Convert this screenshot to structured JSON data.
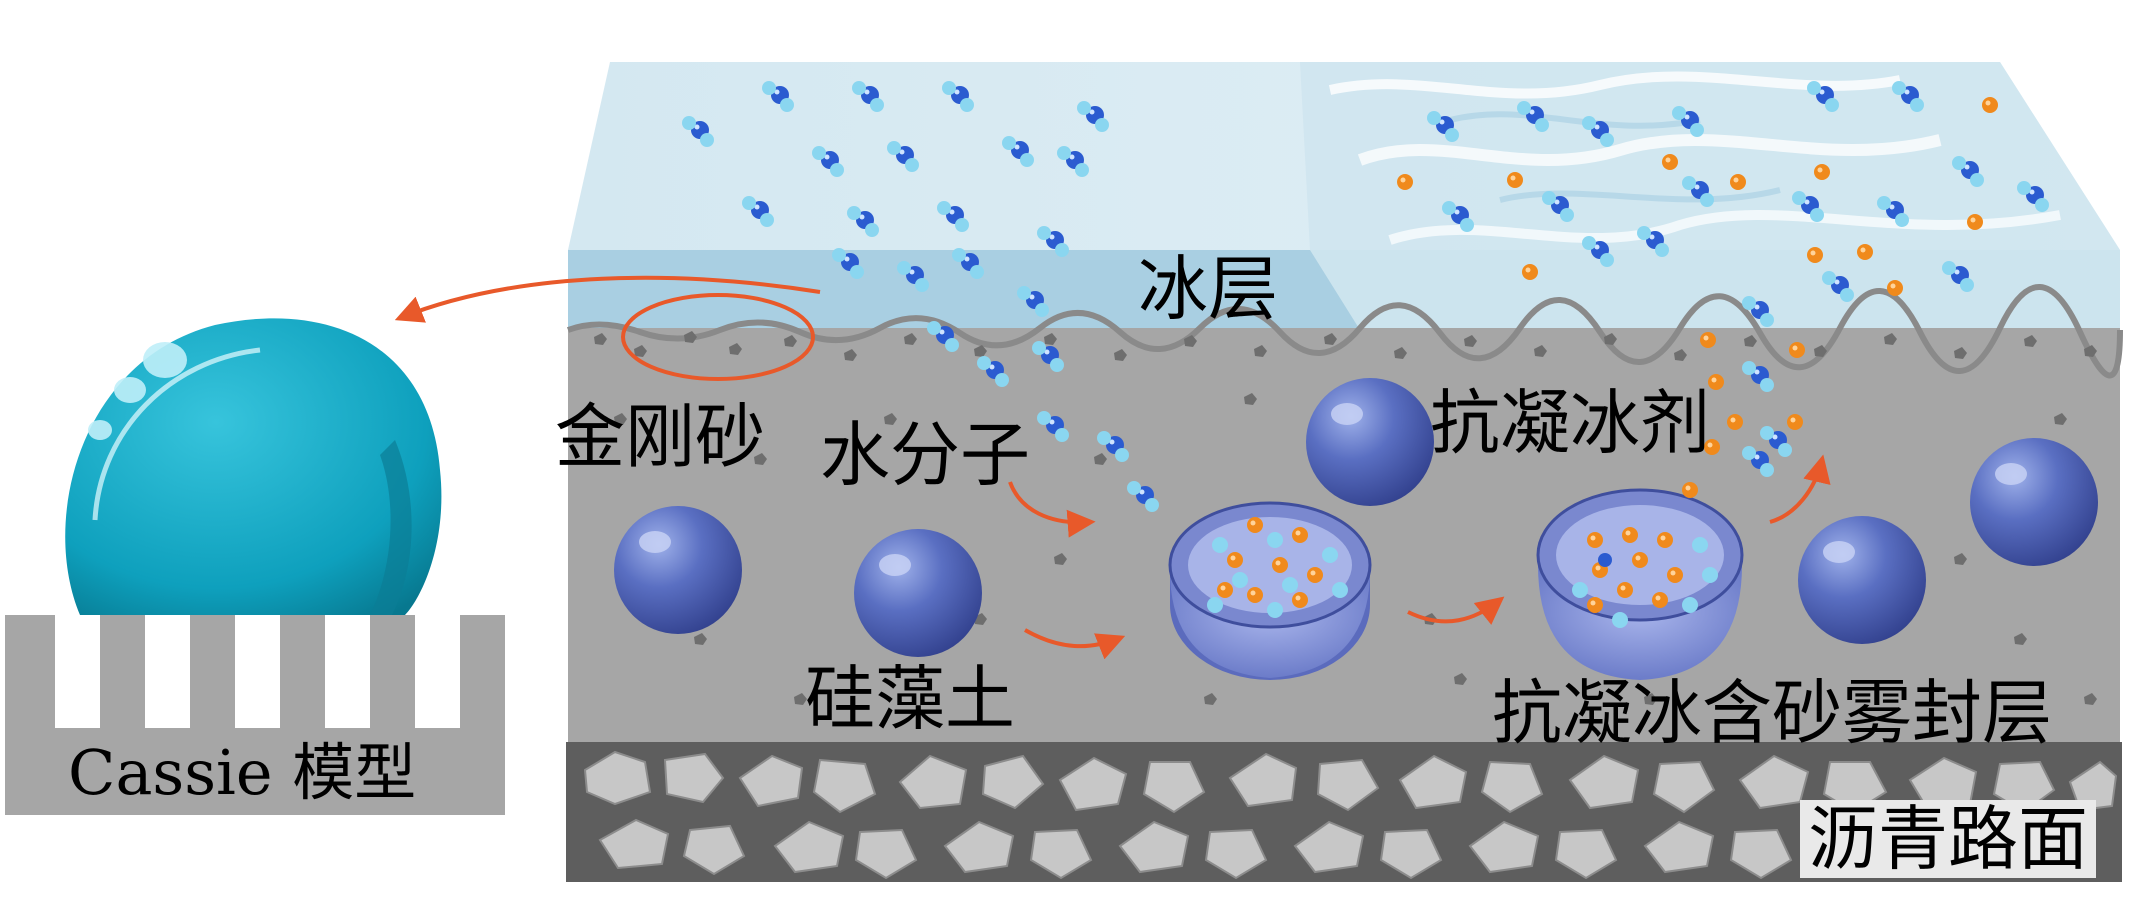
{
  "labels": {
    "ice_layer": "冰层",
    "emery": "金刚砂",
    "water_molecule": "水分子",
    "anti_icing_agent": "抗凝冰剂",
    "diatomite": "硅藻土",
    "fog_seal_layer": "抗凝冰含砂雾封层",
    "asphalt_pavement": "沥青路面",
    "cassie_model": "Cassie 模型"
  },
  "colors": {
    "ice_top": "#d6e9f2",
    "ice_front": "#a9cfe2",
    "seal_layer": "#a6a6a6",
    "asphalt": "#5e5e5e",
    "arrow": "#e8592a",
    "droplet": "#14a6c2",
    "sphere": "#4f62b3",
    "agent_particle": "#f08a1c",
    "water_o": "#2e5fd0",
    "water_h": "#86d3ef"
  }
}
